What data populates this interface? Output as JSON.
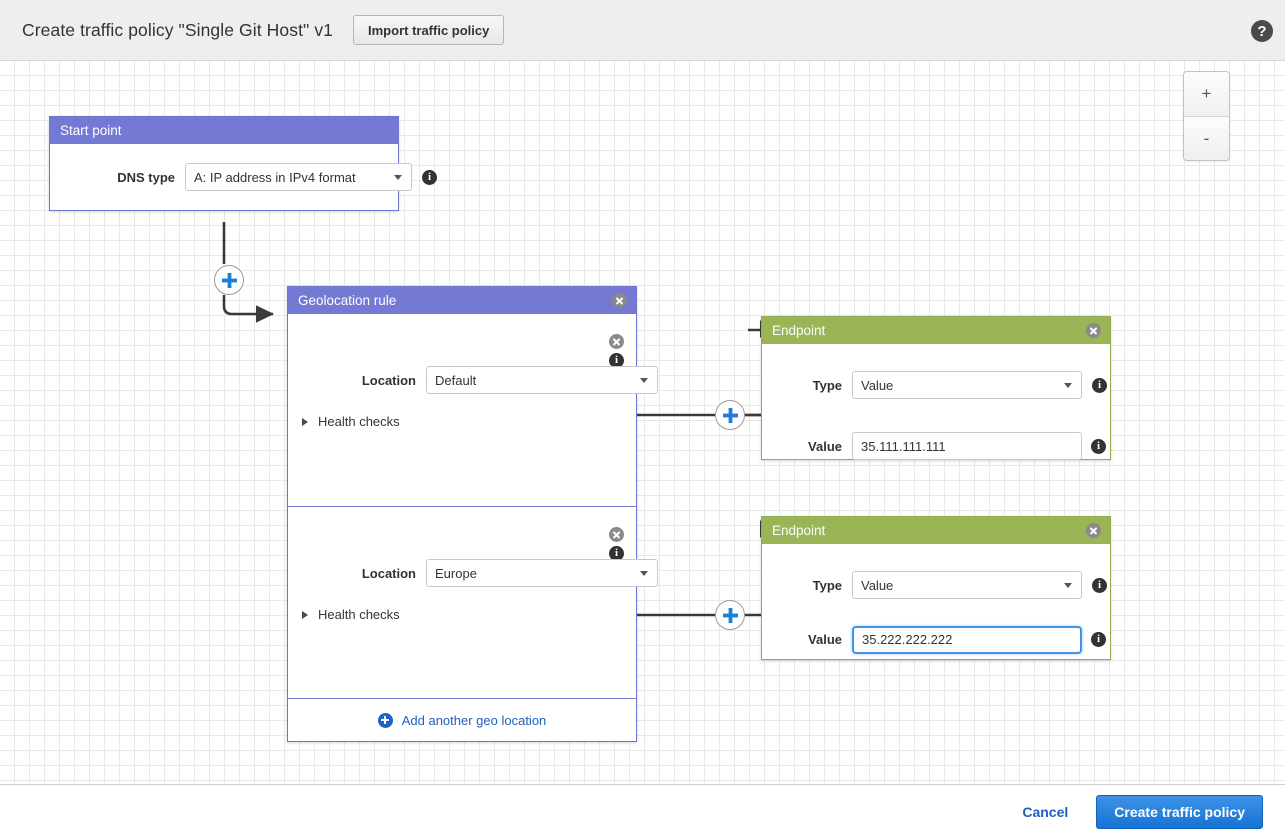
{
  "header": {
    "title": "Create traffic policy \"Single Git Host\" v1",
    "import_button": "Import traffic policy",
    "help_icon": "question-mark-icon"
  },
  "canvas": {
    "zoom_in_label": "+",
    "zoom_out_label": "-"
  },
  "start_point": {
    "title": "Start point",
    "dns_type_label": "DNS type",
    "dns_type_value": "A: IP address in IPv4 format"
  },
  "geolocation_rule": {
    "title": "Geolocation rule",
    "rows": [
      {
        "location_label": "Location",
        "location_value": "Default",
        "health_checks_label": "Health checks"
      },
      {
        "location_label": "Location",
        "location_value": "Europe",
        "health_checks_label": "Health checks"
      }
    ],
    "add_location_label": "Add another geo location"
  },
  "endpoints": [
    {
      "title": "Endpoint",
      "type_label": "Type",
      "type_value": "Value",
      "value_label": "Value",
      "value_value": "35.111.111.111",
      "focused": false
    },
    {
      "title": "Endpoint",
      "type_label": "Type",
      "type_value": "Value",
      "value_label": "Value",
      "value_value": "35.222.222.222",
      "focused": true
    }
  ],
  "footer": {
    "cancel_label": "Cancel",
    "submit_label": "Create traffic policy"
  },
  "colors": {
    "rule_header": "#7479d4",
    "endpoint_header": "#9ab456",
    "primary_button": "#1673d4",
    "link": "#1f5fbf",
    "focus_ring": "#3d93e8",
    "canvas_grid": "#e9e9ec"
  }
}
